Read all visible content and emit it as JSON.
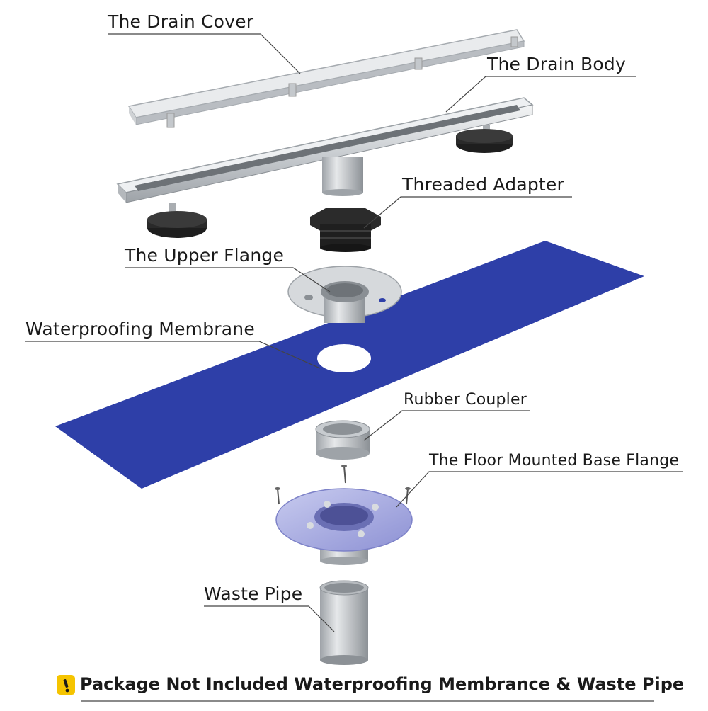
{
  "labels": {
    "drain_cover": "The Drain Cover",
    "drain_body": "The Drain Body",
    "threaded_adapter": "Threaded Adapter",
    "upper_flange": "The Upper Flange",
    "waterproofing_membrane": "Waterproofing Membrane",
    "rubber_coupler": "Rubber Coupler",
    "base_flange": "The Floor Mounted Base Flange",
    "waste_pipe": "Waste Pipe"
  },
  "footer": {
    "note": "Package Not Included Waterproofing Membrance & Waste Pipe",
    "icon": "warning-icon"
  },
  "colors": {
    "membrane": "#2e3fa8",
    "stainless": "#d9dcdf",
    "black_part": "#222222",
    "base_flange": "#9fa3dc",
    "warning": "#f5c400"
  }
}
